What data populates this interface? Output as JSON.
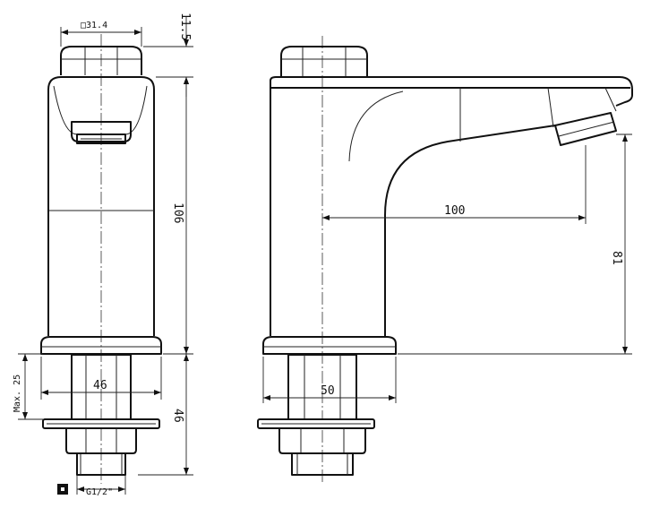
{
  "dimensions": {
    "top_square": "□31.4",
    "cap_height": "11.5",
    "body_height": "106",
    "max_label": "Max. 25",
    "shank_width_front": "46",
    "shank_height": "46",
    "thread": "G1/2\"",
    "reach": "100",
    "spout_height": "81",
    "base_width_side": "50"
  }
}
